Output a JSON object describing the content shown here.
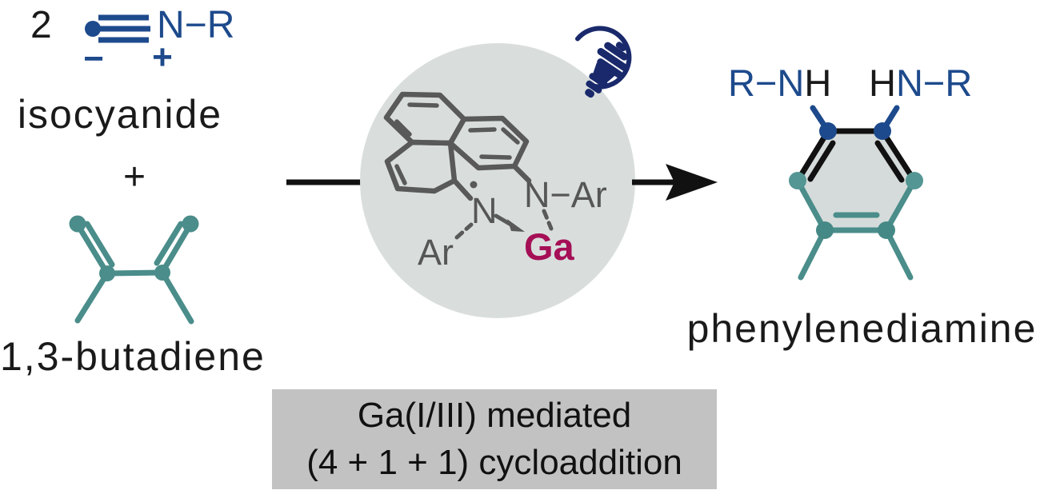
{
  "colors": {
    "navy": "#1d4a8c",
    "dark_navy": "#19296b",
    "teal": "#4a8d8a",
    "teal_dot_light": "#549693",
    "teal_dot_dark": "#458986",
    "structure_gray": "#595959",
    "catalyst_circle_fill": "#d9dedd",
    "hexagon_fill": "#d5dbda",
    "caption_box_fill": "#c2c2c2",
    "gallium_crimson": "#a50f56",
    "text_black": "#1a1a1a"
  },
  "icons": {
    "lightbulb": "cfl-spiral-lightbulb-icon"
  },
  "reactants": {
    "coefficient": "2",
    "isocyanide_formula": "N−R",
    "minus_charge": "−",
    "plus_charge": "+",
    "isocyanide_label": "isocyanide",
    "plus_between": "+",
    "butadiene_label": "1,3-butadiene"
  },
  "catalyst": {
    "n_right": "N−Ar",
    "n_left": "N",
    "ar_left": "Ar",
    "gallium": "Ga"
  },
  "product": {
    "amine_left_blue": "R−N",
    "amine_left_black": "H",
    "amine_right_black": "H",
    "amine_right_blue": "N−R",
    "label": "phenylenediamine"
  },
  "caption": {
    "line1": "Ga(I/III) mediated",
    "line2": "(4 + 1 + 1) cycloaddition"
  }
}
